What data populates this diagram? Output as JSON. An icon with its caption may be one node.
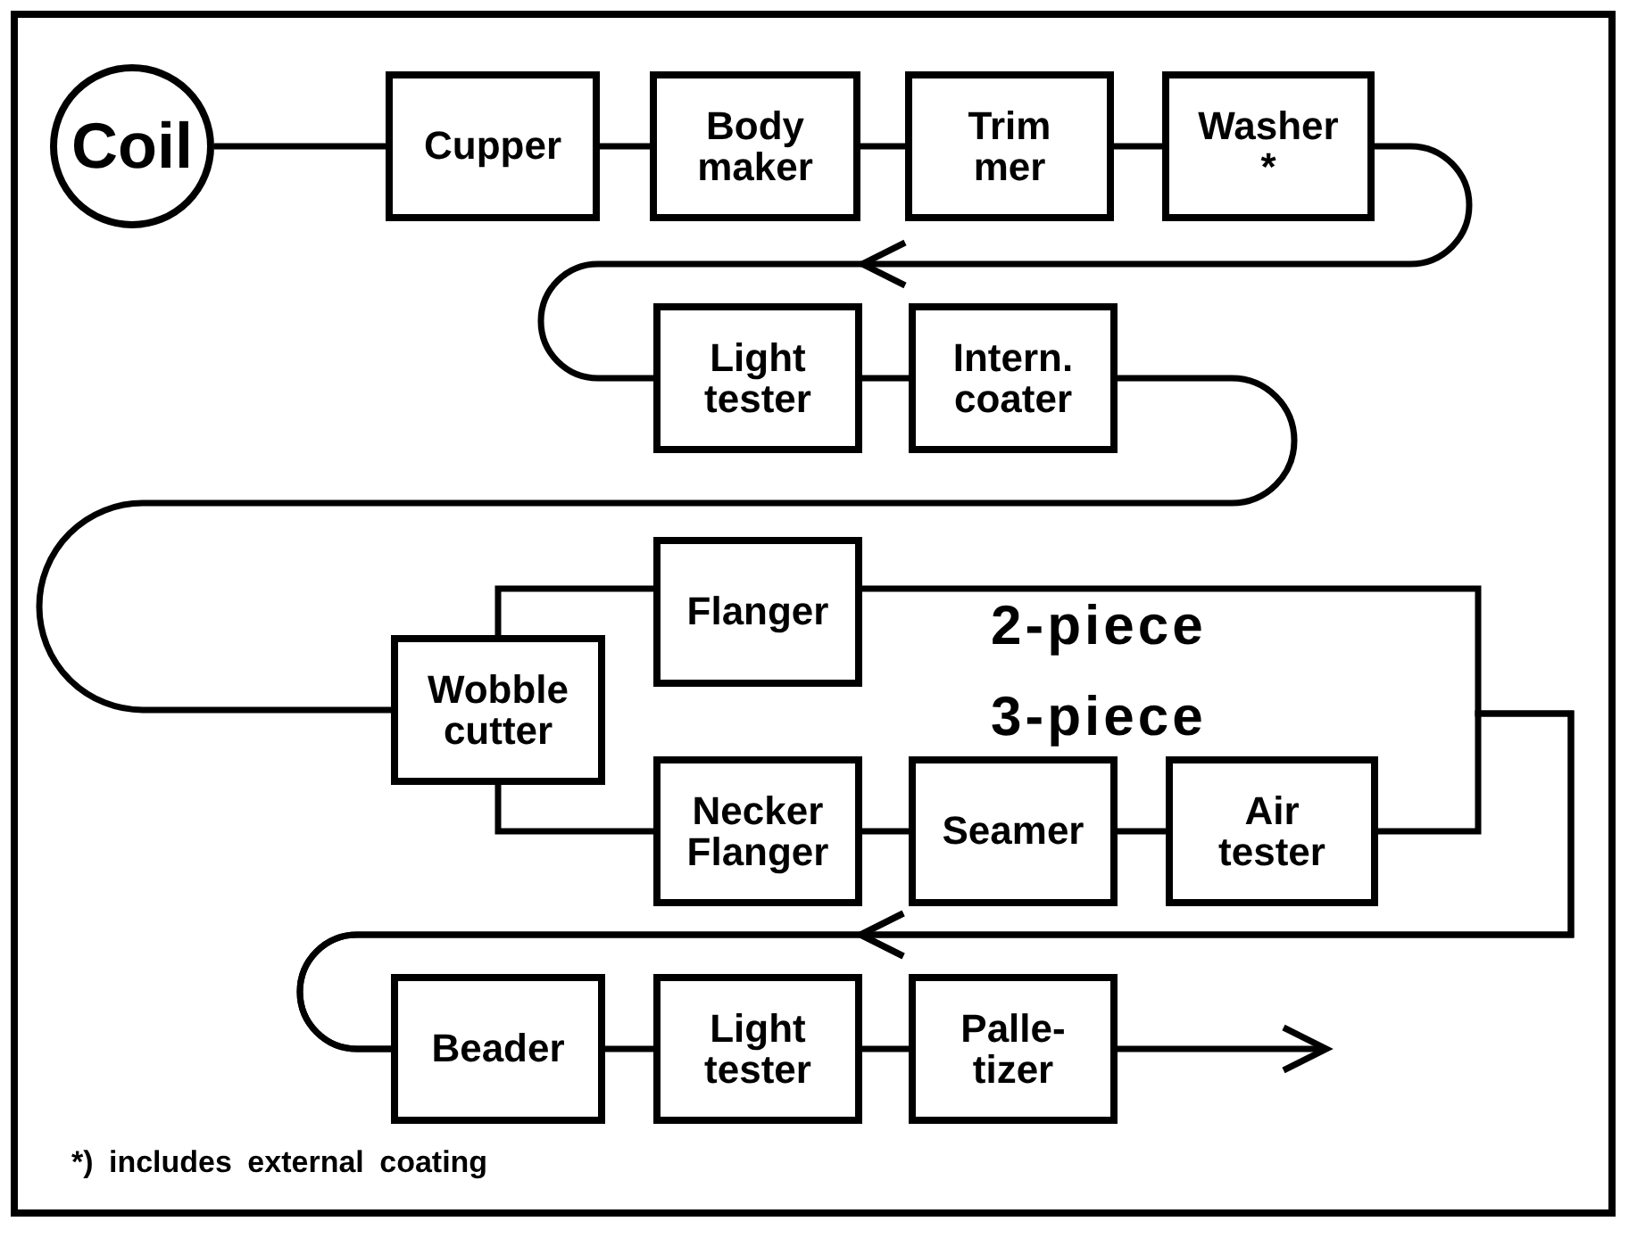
{
  "diagram": {
    "nodes": [
      {
        "text": [
          "Coil"
        ]
      },
      {
        "text": [
          "Cupper"
        ]
      },
      {
        "text": [
          "Body maker"
        ]
      },
      {
        "text": [
          "Trim mer"
        ]
      },
      {
        "text": [
          "Washer",
          "*"
        ]
      },
      {
        "text": [
          "Light tester"
        ]
      },
      {
        "text": [
          "Intern. coater"
        ]
      },
      {
        "text": [
          "Wobble cutter"
        ]
      },
      {
        "text": [
          "Flanger"
        ]
      },
      {
        "text": [
          "Necker Flanger"
        ]
      },
      {
        "text": [
          "Seamer"
        ]
      },
      {
        "text": [
          "Air tester"
        ]
      },
      {
        "text": [
          "Beader"
        ]
      },
      {
        "text": [
          "Light tester"
        ]
      },
      {
        "text": [
          "Palle- tizer"
        ]
      }
    ],
    "edges": [
      {
        "from": 0,
        "to": 1,
        "arrow": "none"
      },
      {
        "from": 1,
        "to": 2,
        "arrow": "none"
      },
      {
        "from": 2,
        "to": 3,
        "arrow": "none"
      },
      {
        "from": 3,
        "to": 4,
        "arrow": "none"
      },
      {
        "from": 4,
        "to": 5,
        "arrow": "to"
      },
      {
        "from": 5,
        "to": 6,
        "arrow": "none"
      },
      {
        "from": 6,
        "to": 7,
        "arrow": "none"
      },
      {
        "from": 7,
        "to": 8,
        "arrow": "none"
      },
      {
        "from": 7,
        "to": 9,
        "arrow": "none"
      },
      {
        "from": 9,
        "to": 10,
        "arrow": "none"
      },
      {
        "from": 10,
        "to": 11,
        "arrow": "none"
      },
      {
        "from": 8,
        "to": 12,
        "arrow": "to"
      },
      {
        "from": 11,
        "to": 12,
        "arrow": "to"
      },
      {
        "from": 12,
        "to": 13,
        "arrow": "none"
      },
      {
        "from": 13,
        "to": 14,
        "arrow": "none"
      },
      {
        "from": 14,
        "to": null,
        "arrow": "to"
      }
    ],
    "labels": [
      "2-piece",
      "3-piece",
      "*) includes external coating"
    ]
  }
}
